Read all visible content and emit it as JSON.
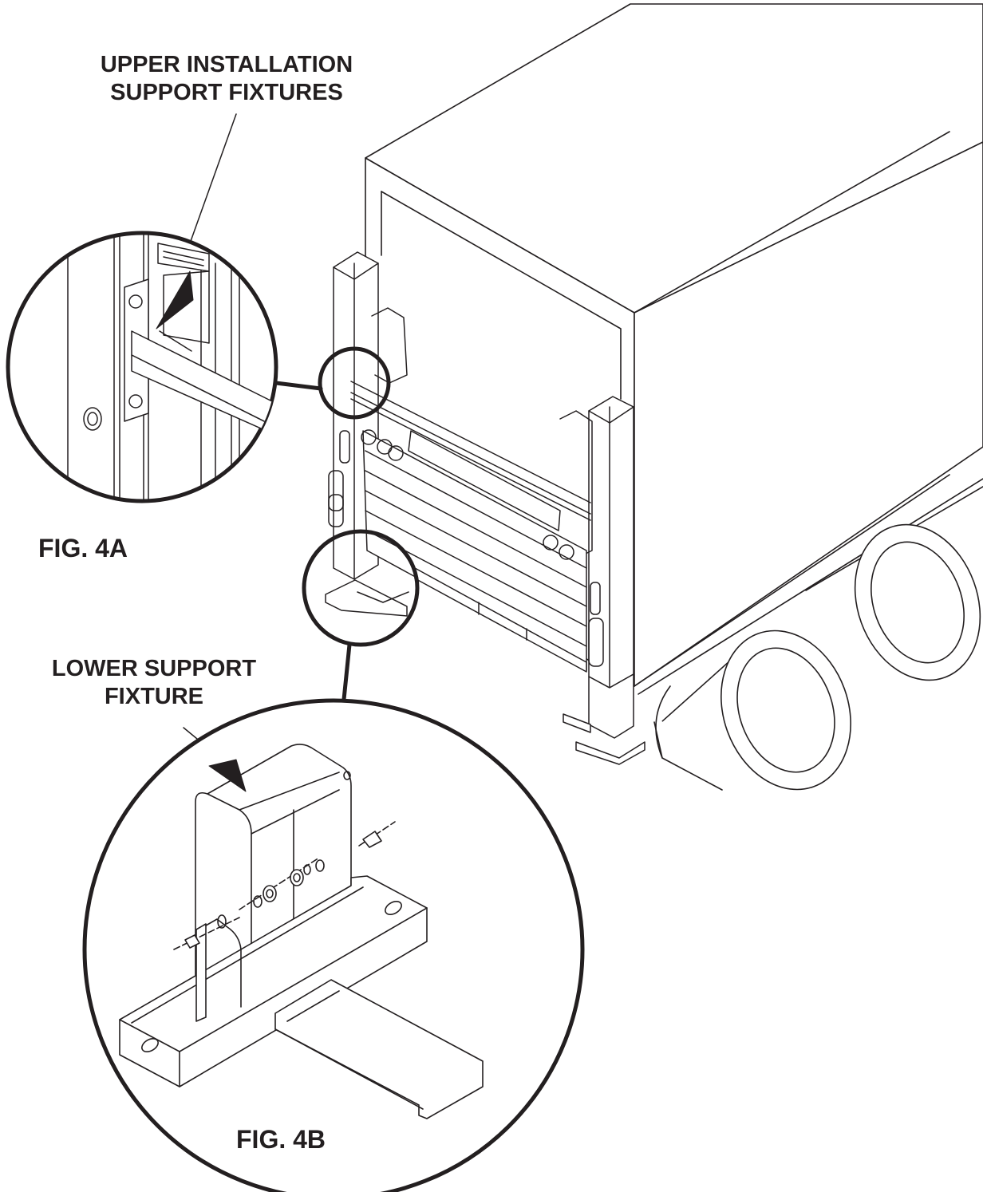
{
  "labels": {
    "upper_fixtures": {
      "line1": "UPPER INSTALLATION",
      "line2": "SUPPORT FIXTURES"
    },
    "lower_fixture": {
      "line1": "LOWER SUPPORT",
      "line2": "FIXTURE"
    },
    "fig_4a": "FIG. 4A",
    "fig_4b": "FIG. 4B"
  },
  "colors": {
    "ink": "#231f20",
    "paper": "#ffffff"
  }
}
